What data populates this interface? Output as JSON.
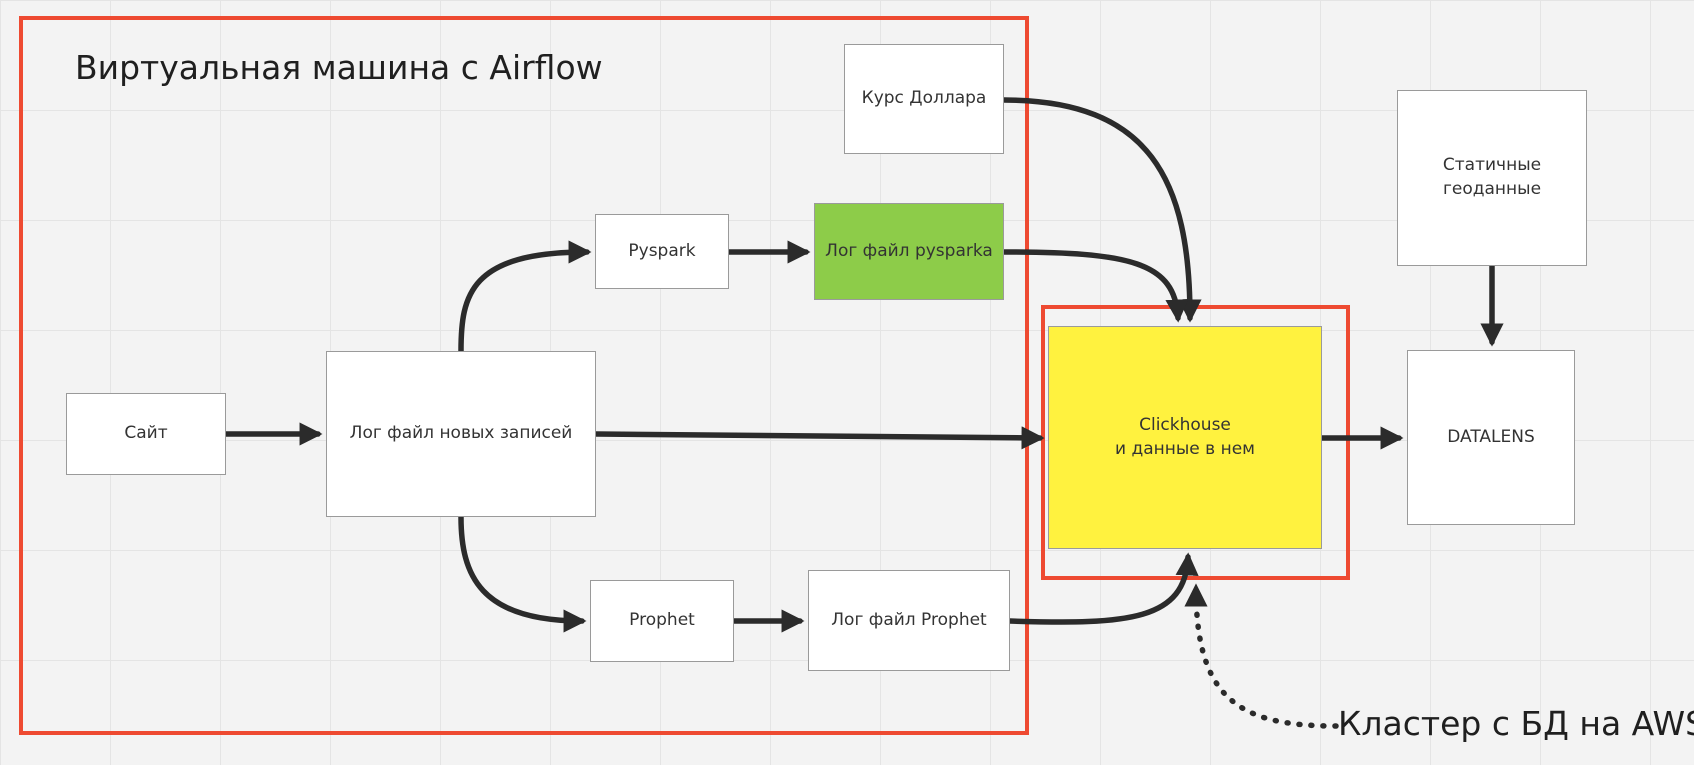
{
  "frames": {
    "vm_title": "Виртуальная машина с Airflow",
    "aws_title": "Кластер с БД на AWS"
  },
  "nodes": {
    "site": "Сайт",
    "log_new": "Лог файл новых записей",
    "pyspark": "Pyspark",
    "log_pyspark": "Лог файл pysparka",
    "usd": "Курс Доллара",
    "prophet": "Prophet",
    "log_prophet": "Лог файл Prophet",
    "clickhouse": "Clickhouse\nи данные в нем",
    "datalens": "DATALENS",
    "geo": "Статичные\nгеоданные"
  },
  "colors": {
    "frame": "#ee4a31",
    "arrow": "#2b2b2b",
    "pyspark_log_fill": "#8dcc49",
    "clickhouse_fill": "#fff23f"
  }
}
